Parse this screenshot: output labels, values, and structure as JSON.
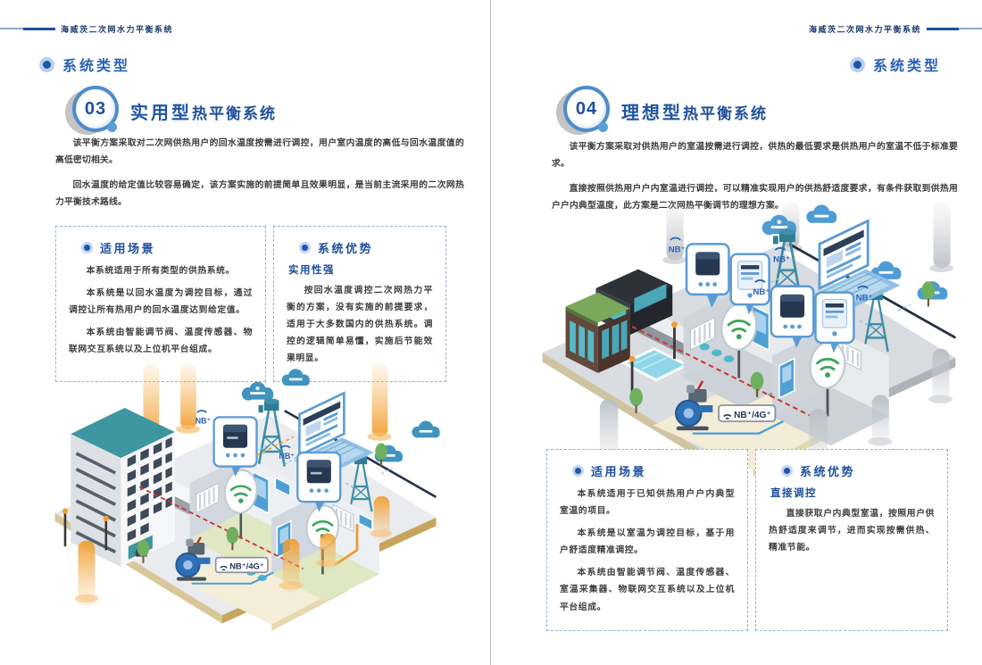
{
  "doc_title": "海威茨二次网水力平衡系统",
  "section_title": "系统类型",
  "colors": {
    "accent_blue": "#1d4f9e",
    "title_blue": "#2a62b5",
    "dashed_border": "#8fb0d8",
    "body_text": "#3d3d3d",
    "pillar_orange": "#f09e30",
    "tower_teal": "#3e8fa8",
    "wifi_green": "#3aa557",
    "alert_red": "#d03434"
  },
  "left_page": {
    "number": "03",
    "title_emphasis": "实用型",
    "title_rest": "热平衡系统",
    "paragraphs": [
      "该平衡方案采取对二次网供热用户的回水温度按需进行调控，用户室内温度的高低与回水温度值的高低密切相关。",
      "回水温度的给定值比较容易确定，该方案实施的前提简单且效果明显，是当前主流采用的二次网热力平衡技术路线。"
    ],
    "scenario_box": {
      "title": "适用场景",
      "paragraphs": [
        "本系统适用于所有类型的供热系统。",
        "本系统是以回水温度为调控目标，通过调控让所有热用户的回水温度达到给定值。",
        "本系统由智能调节阀、温度传感器、物联网交互系统以及上位机平台组成。"
      ]
    },
    "advantage_box": {
      "title": "系统优势",
      "subtitle": "实用性强",
      "paragraphs": [
        "按回水温度调控二次网热力平衡的方案，没有实施的前提要求，适用于大多数国内的供热系统。调控的逻辑简单易懂，实施后节能效果明显。"
      ]
    },
    "illustration": {
      "nb_label": "NB⁺",
      "pump_label": "NB⁺/4G⁺"
    }
  },
  "right_page": {
    "number": "04",
    "title_emphasis": "理想型",
    "title_rest": "热平衡系统",
    "paragraphs": [
      "该平衡方案采取对供热用户的室温按需进行调控，供热的最低要求是供热用户的室温不低于标准要求。",
      "直接按照供热用户户内室温进行调控，可以精准实现用户的供热舒适度要求，有条件获取到供热用户户内典型温度，此方案是二次网热平衡调节的理想方案。"
    ],
    "scenario_box": {
      "title": "适用场景",
      "paragraphs": [
        "本系统适用于已知供热用户户内典型室温的项目。",
        "本系统是以室温为调控目标，基于用户舒适度精准调控。",
        "本系统由智能调节阀、温度传感器、室温采集器、物联网交互系统以及上位机平台组成。"
      ]
    },
    "advantage_box": {
      "title": "系统优势",
      "subtitle": "直接调控",
      "paragraphs": [
        "直接获取户内典型室温，按照用户供热舒适度来调节，进而实现按需供热、精准节能。"
      ]
    },
    "illustration": {
      "nb_label": "NB⁺",
      "pump_label": "NB⁺/4G⁺"
    }
  }
}
